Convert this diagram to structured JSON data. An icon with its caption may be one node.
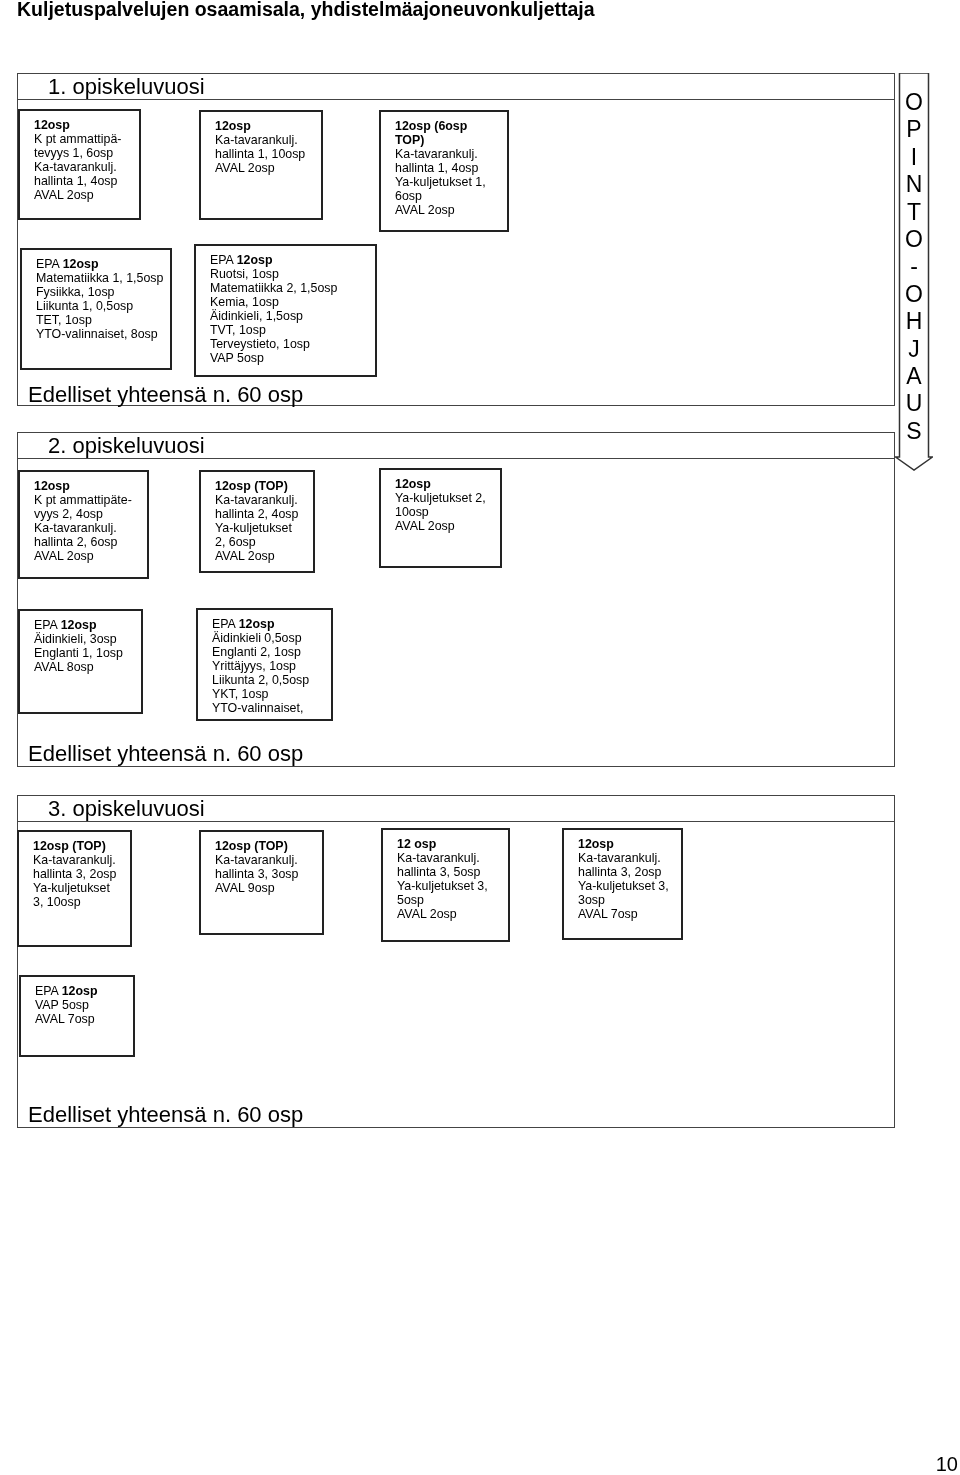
{
  "diagram": {
    "title": "Kuljetuspalvelujen osaamisala, yhdistelmäajoneuvonkuljettaja",
    "nodes": [
      {
        "text": [
          "1. opiskeluvuosi",
          "Edelliset yhteensä n. 60 osp"
        ]
      },
      {
        "text": [
          "12osp",
          "K pt ammattipä-tevyys 1, 6osp",
          "Ka-tavarankulj. hallinta 1, 4osp",
          "AVAL 2osp"
        ],
        "in": 0
      },
      {
        "text": [
          "12osp",
          "Ka-tavarankulj. hallinta 1, 10osp",
          "AVAL 2osp"
        ],
        "in": 0
      },
      {
        "text": [
          "12osp (6osp TOP)",
          "Ka-tavarankulj. hallinta 1, 4osp",
          "Ya-kuljetukset 1, 6osp",
          "AVAL 2osp"
        ],
        "in": 0
      },
      {
        "text": [
          "EPA **12osp**",
          "Matematiikka 1, 1,5osp",
          "Fysiikka, 1osp",
          "Liikunta 1, 0,5osp",
          "TET, 1osp",
          "YTO-valinnaiset, 8osp"
        ],
        "in": 0
      },
      {
        "text": [
          "EPA **12osp**",
          "Ruotsi, 1osp",
          "Matematiikka 2, 1,5osp",
          "Kemia, 1osp",
          "Äidinkieli, 1,5osp",
          "TVT, 1osp",
          "Terveystieto, 1osp",
          "VAP 5osp"
        ],
        "in": 0
      },
      {
        "text": [
          "OPINTO-OHJAUS"
        ]
      },
      {
        "text": [
          "2. opiskeluvuosi",
          "Edelliset yhteensä n. 60 osp"
        ]
      },
      {
        "text": [
          "12osp",
          "K pt ammattipäte-vyys 2, 4osp",
          "Ka-tavarankulj. hallinta 2, 6osp",
          "AVAL 2osp"
        ],
        "in": 7
      },
      {
        "text": [
          "12osp (TOP)",
          "Ka-tavarankulj. hallinta 2, 4osp",
          "Ya-kuljetukset 2, 6osp",
          "AVAL 2osp"
        ],
        "in": 7
      },
      {
        "text": [
          "12osp",
          "Ya-kuljetukset 2, 10osp",
          "AVAL 2osp"
        ],
        "in": 7
      },
      {
        "text": [
          "EPA **12osp**",
          "Äidinkieli, 3osp",
          "Englanti 1, 1osp",
          "AVAL 8osp"
        ],
        "in": 7
      },
      {
        "text": [
          "EPA **12osp**",
          "Äidinkieli 0,5osp",
          "Englanti 2, 1osp",
          "Yrittäjyys, 1osp",
          "Liikunta 2, 0,5osp",
          "YKT, 1osp",
          "YTO-valinnaiset,"
        ],
        "in": 7
      },
      {
        "text": [
          "3. opiskeluvuosi",
          "Edelliset yhteensä n. 60 osp"
        ]
      },
      {
        "text": [
          "12osp (TOP)",
          "Ka-tavarankulj. hallinta 3, 2osp",
          "Ya-kuljetukset 3, 10osp"
        ],
        "in": 13
      },
      {
        "text": [
          "12osp (TOP)",
          "Ka-tavarankulj. hallinta 3, 3osp",
          "AVAL 9osp"
        ],
        "in": 13
      },
      {
        "text": [
          "12 osp",
          "Ka-tavarankulj. hallinta 3, 5osp",
          "Ya-kuljetukset 3, 5osp",
          "AVAL 2osp"
        ],
        "in": 13
      },
      {
        "text": [
          "12osp",
          "Ka-tavarankulj. hallinta 3, 2osp",
          "Ya-kuljetukset 3, 3osp",
          "AVAL 7osp"
        ],
        "in": 13
      },
      {
        "text": [
          "EPA **12osp**",
          "VAP 5osp",
          "AVAL 7osp"
        ],
        "in": 13
      }
    ],
    "edges": [],
    "labels": [
      "10"
    ]
  }
}
